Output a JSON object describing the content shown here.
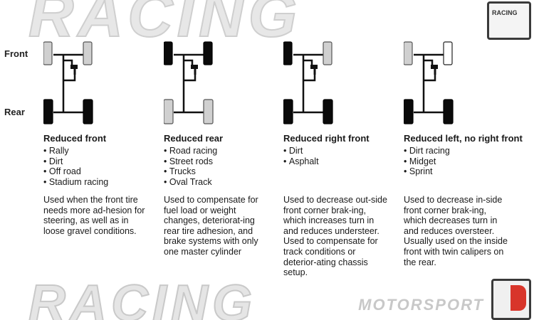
{
  "labels": {
    "front": "Front",
    "rear": "Rear"
  },
  "watermark": {
    "top_text": "RACING",
    "bottom_text": "RACING",
    "bottom_sub": "MOTORSPORT",
    "badge_text": "RACING"
  },
  "colors": {
    "braked_tire": "#0a0a0a",
    "reduced_tire": "#d0d0d0",
    "axle": "#111111"
  },
  "panels": [
    {
      "title": "Reduced front",
      "tires": {
        "front_left": "reduced",
        "front_right": "reduced",
        "rear_left": "braked",
        "rear_right": "braked"
      },
      "items": [
        "Rally",
        "Dirt",
        "Off road",
        "Stadium racing"
      ],
      "description": "Used when the front tire needs more ad-hesion for steering, as well as in loose gravel conditions."
    },
    {
      "title": "Reduced rear",
      "tires": {
        "front_left": "braked",
        "front_right": "braked",
        "rear_left": "reduced",
        "rear_right": "reduced"
      },
      "items": [
        "Road racing",
        "Street rods",
        "Trucks",
        "Oval Track"
      ],
      "description": "Used to compensate for fuel load or weight changes, deteriorat-ing rear tire adhesion, and brake systems with only one master cylinder"
    },
    {
      "title": "Reduced right front",
      "tires": {
        "front_left": "braked",
        "front_right": "reduced",
        "rear_left": "braked",
        "rear_right": "braked"
      },
      "items": [
        "Dirt",
        "Asphalt"
      ],
      "description": "Used to decrease out-side front corner brak-ing, which increases turn in and reduces understeer. Used to compensate for track conditions or deterior-ating chassis setup."
    },
    {
      "title": "Reduced left, no right front",
      "tires": {
        "front_left": "reduced",
        "front_right": "none",
        "rear_left": "braked",
        "rear_right": "braked"
      },
      "items": [
        "Dirt racing",
        "Midget",
        "Sprint"
      ],
      "description": "Used to decrease in-side front corner brak-ing, which decreases turn in and reduces oversteer. Usually used on the  inside front with twin calipers on the rear."
    }
  ]
}
